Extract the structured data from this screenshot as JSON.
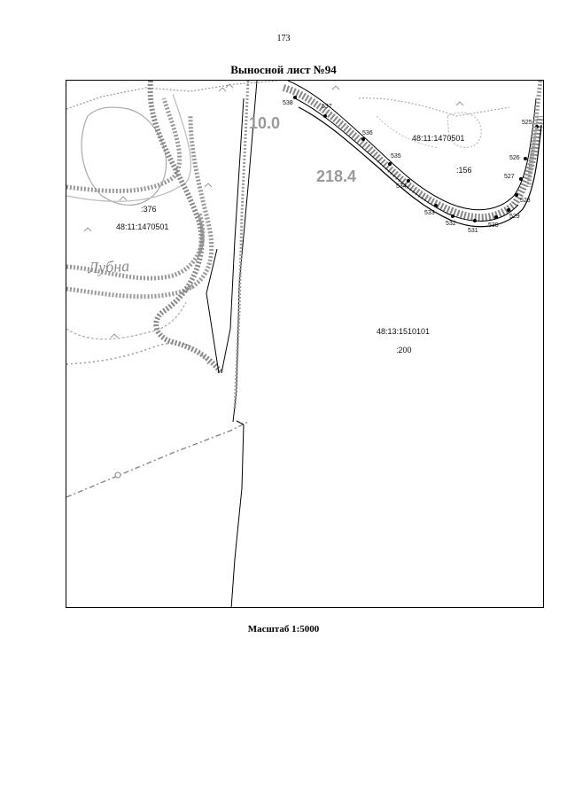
{
  "page": {
    "number": "173"
  },
  "sheet": {
    "title": "Выносной лист №94",
    "scale": "Масштаб 1:5000"
  },
  "map": {
    "labels": {
      "parcel_lower": "48:13:1510101",
      "parcel_lower_sub": ":200",
      "parcel_upper_right": "48:11:1470501",
      "parcel_upper_right_sub": ":156",
      "parcel_left": "48:11:1470501",
      "parcel_left_sub": ":376",
      "elevation": "218.4",
      "contour": "10.0",
      "river": "Лубна"
    },
    "points": [
      "538",
      "537",
      "536",
      "535",
      "534",
      "533",
      "532",
      "531",
      "530",
      "529",
      "528",
      "527",
      "526",
      "525"
    ]
  }
}
